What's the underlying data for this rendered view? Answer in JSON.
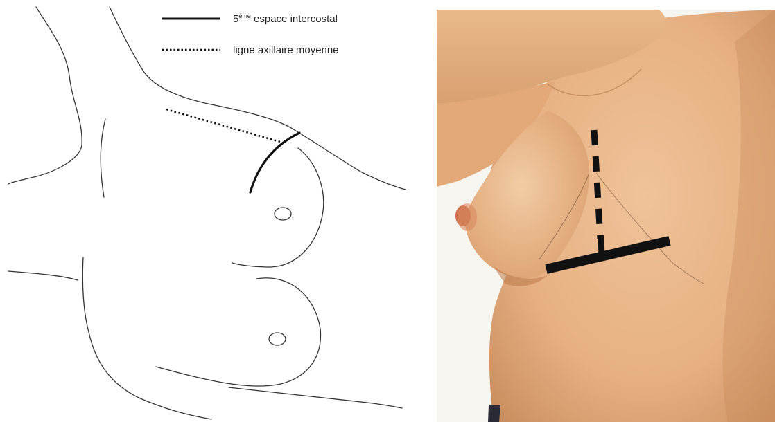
{
  "legend": {
    "items": [
      {
        "key": "intercostal",
        "prefix": "5",
        "superscript": "ème",
        "text": " espace intercostal",
        "line_style": "solid"
      },
      {
        "key": "axillary",
        "text": "ligne axillaire moyenne",
        "line_style": "dotted"
      }
    ]
  },
  "colors": {
    "outline": "#333333",
    "marker": "#111111",
    "skin": "#e8b487",
    "skin_shadow": "#c98d5d",
    "skin_highlight": "#f2cba3",
    "nipple": "#c9714f",
    "background_photo": "#f7f5f0"
  },
  "photo": {
    "subject": "torse féminin de profil avec repères tracés",
    "markers": [
      "dashed-vertical-mark",
      "horizontal-bar-mark",
      "vertical-stem-mark"
    ]
  }
}
